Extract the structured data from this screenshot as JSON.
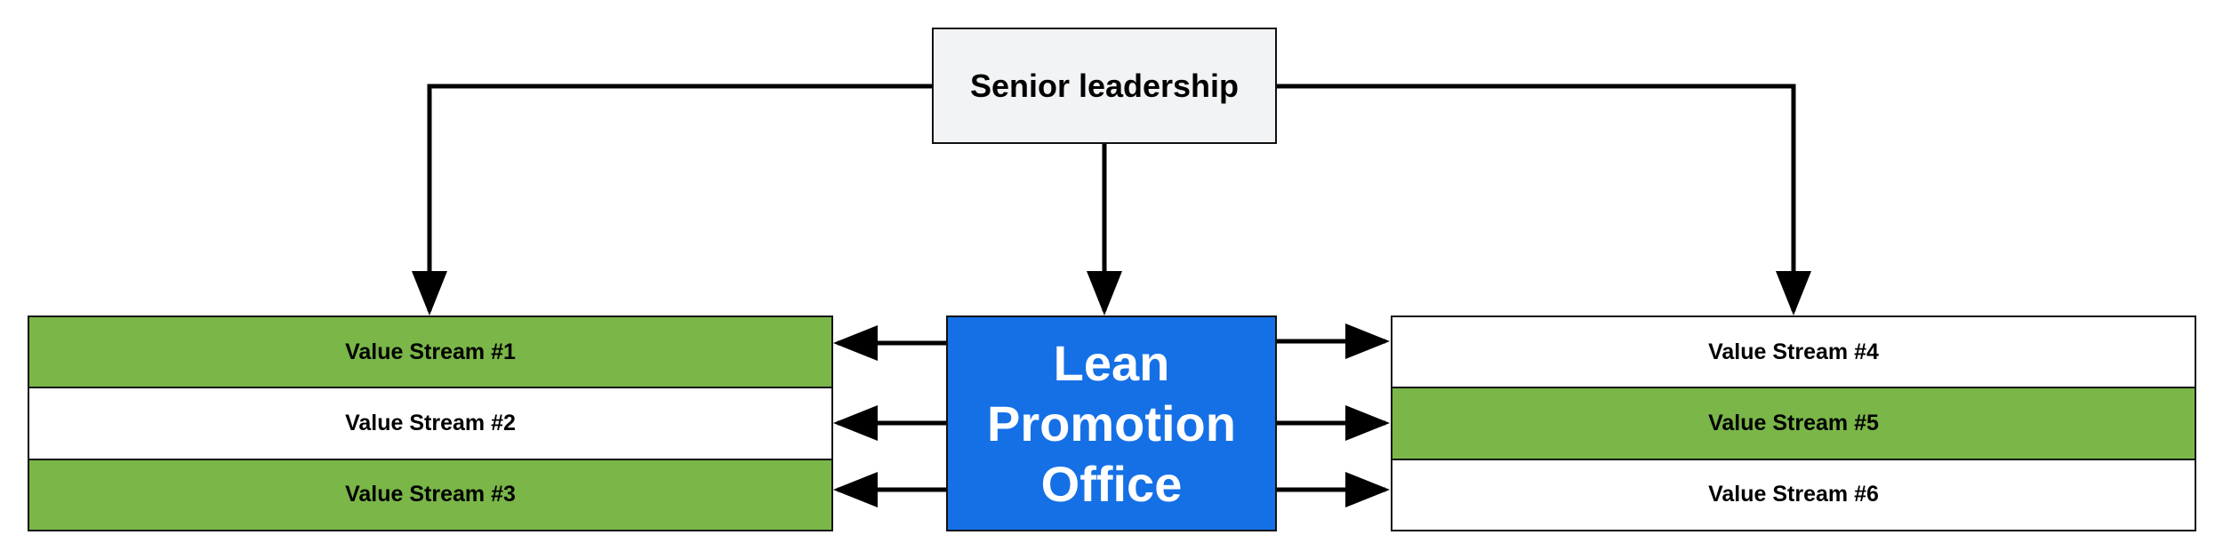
{
  "diagram": {
    "top_node": {
      "label": "Senior leadership",
      "fill": "#f2f3f4"
    },
    "center_node": {
      "label": "Lean Promotion Office",
      "fill": "#1570e6",
      "text_color": "#ffffff"
    },
    "left_streams": [
      {
        "label": "Value Stream #1",
        "fill": "green"
      },
      {
        "label": "Value Stream #2",
        "fill": "white"
      },
      {
        "label": "Value Stream #3",
        "fill": "green"
      }
    ],
    "right_streams": [
      {
        "label": "Value Stream #4",
        "fill": "white"
      },
      {
        "label": "Value Stream #5",
        "fill": "green"
      },
      {
        "label": "Value Stream #6",
        "fill": "white"
      }
    ],
    "colors": {
      "green": "#7ab648",
      "white": "#ffffff",
      "line": "#000000"
    }
  }
}
